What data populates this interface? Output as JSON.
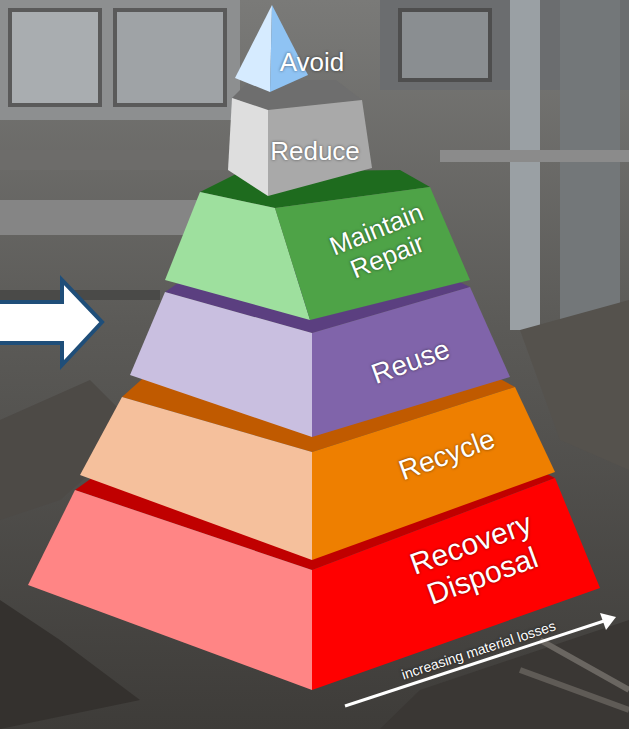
{
  "diagram": {
    "nodes": [
      {
        "text": [
          "Avoid"
        ]
      },
      {
        "text": [
          "Reduce"
        ]
      },
      {
        "text": [
          "Maintain Repair"
        ]
      },
      {
        "text": [
          "Reuse"
        ]
      },
      {
        "text": [
          "Recycle"
        ]
      },
      {
        "text": [
          "Recovery Disposal"
        ]
      }
    ],
    "labels": [
      "increasing material losses"
    ]
  }
}
